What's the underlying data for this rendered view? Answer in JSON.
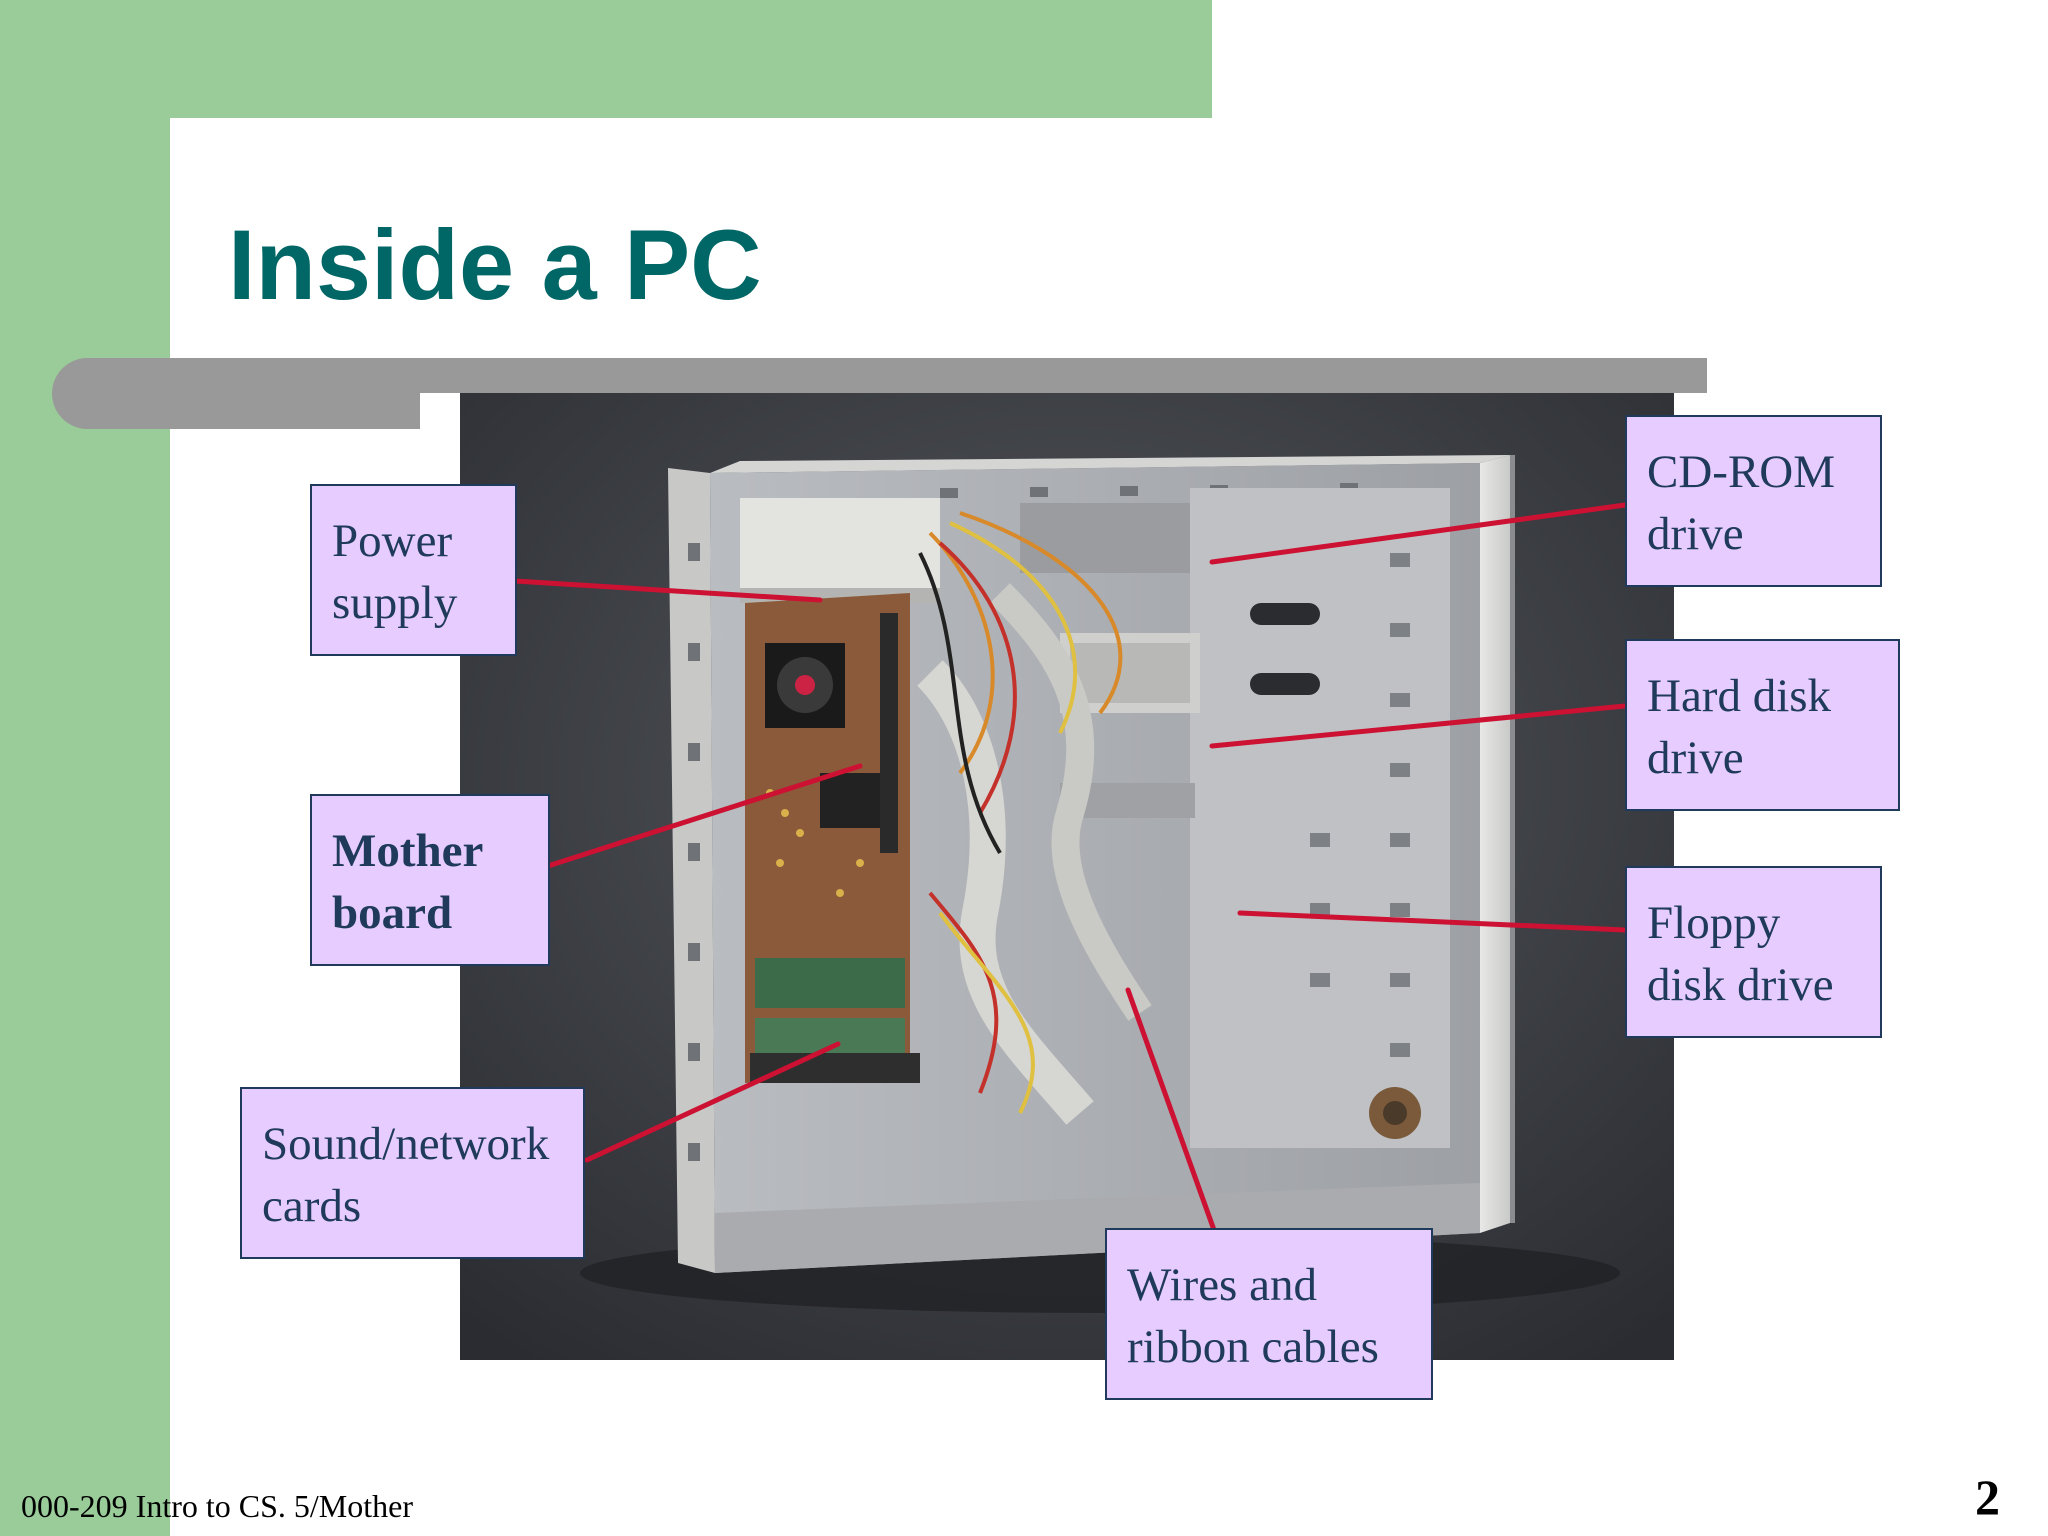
{
  "slide": {
    "title": "Inside a PC",
    "footer": "000-209 Intro to CS. 5/Mother",
    "page_number": "2"
  },
  "labels": {
    "power_supply": [
      "Power",
      "supply"
    ],
    "mother_board": [
      "Mother",
      "board"
    ],
    "sound_network_cards": [
      "Sound/network",
      "cards"
    ],
    "cd_rom_drive": [
      "CD-ROM",
      "drive"
    ],
    "hard_disk_drive": [
      "Hard disk",
      "drive"
    ],
    "floppy_disk_drive": [
      "Floppy",
      "disk drive"
    ],
    "wires_ribbon_cables": [
      "Wires and",
      "ribbon cables"
    ]
  },
  "colors": {
    "green_background": "#99cc99",
    "title_teal": "#006666",
    "bar_gray": "#999999",
    "label_fill": "#e6ccff",
    "label_text": "#1f3a5a",
    "callout_line": "#cc1133"
  }
}
